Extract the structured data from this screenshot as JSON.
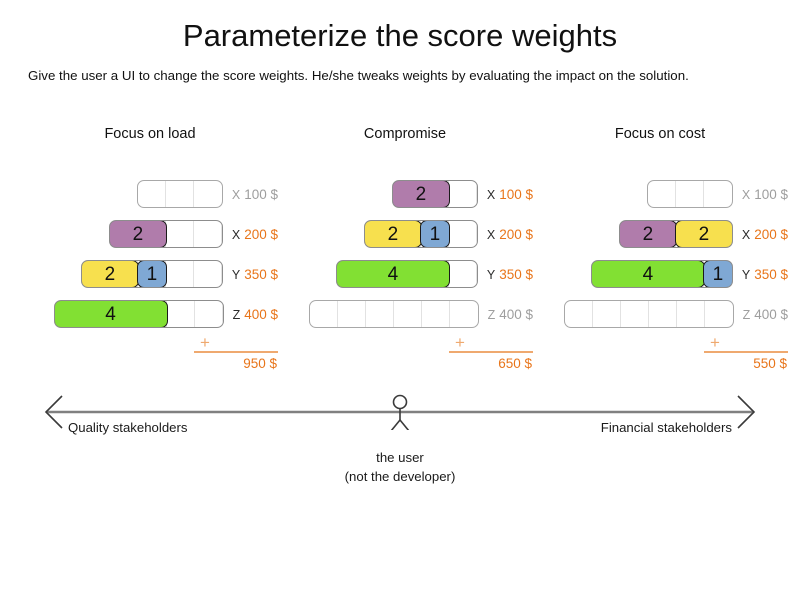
{
  "header": {
    "title": "Parameterize the score weights",
    "subtitle": "Give the user a UI to change the score weights. He/she tweaks weights by evaluating the impact on the solution."
  },
  "colors": {
    "accent_orange": "#e8751a",
    "rule_orange": "#efa96f",
    "muted_grey": "#9e9e9e",
    "purple": "#b07cab",
    "yellow": "#f7e04e",
    "blue": "#7fa8d4",
    "green": "#82e033",
    "track_border": "#8d8d8d",
    "axis_grey": "#808080"
  },
  "scenarios": [
    {
      "title": "Focus on load",
      "rows": [
        {
          "letter": "X",
          "amount": "100 $",
          "muted": true,
          "cells": 3,
          "segments": []
        },
        {
          "letter": "X",
          "amount": "200 $",
          "muted": false,
          "cells": 4,
          "segments": [
            {
              "value": "2",
              "units": 2,
              "color": "purple"
            }
          ]
        },
        {
          "letter": "Y",
          "amount": "350 $",
          "muted": false,
          "cells": 5,
          "segments": [
            {
              "value": "2",
              "units": 2,
              "color": "yellow"
            },
            {
              "value": "1",
              "units": 1,
              "color": "blue"
            }
          ]
        },
        {
          "letter": "Z",
          "amount": "400 $",
          "muted": false,
          "cells": 6,
          "segments": [
            {
              "value": "4",
              "units": 4,
              "color": "green"
            }
          ]
        }
      ],
      "total_plus": "+",
      "total": "950 $"
    },
    {
      "title": "Compromise",
      "rows": [
        {
          "letter": "X",
          "amount": "100 $",
          "muted": false,
          "cells": 3,
          "segments": [
            {
              "value": "2",
              "units": 2,
              "color": "purple"
            }
          ]
        },
        {
          "letter": "X",
          "amount": "200 $",
          "muted": false,
          "cells": 4,
          "segments": [
            {
              "value": "2",
              "units": 2,
              "color": "yellow"
            },
            {
              "value": "1",
              "units": 1,
              "color": "blue"
            }
          ]
        },
        {
          "letter": "Y",
          "amount": "350 $",
          "muted": false,
          "cells": 5,
          "segments": [
            {
              "value": "4",
              "units": 4,
              "color": "green"
            }
          ]
        },
        {
          "letter": "Z",
          "amount": "400 $",
          "muted": true,
          "cells": 6,
          "segments": []
        }
      ],
      "total_plus": "+",
      "total": "650 $"
    },
    {
      "title": "Focus on cost",
      "rows": [
        {
          "letter": "X",
          "amount": "100 $",
          "muted": true,
          "cells": 3,
          "segments": []
        },
        {
          "letter": "X",
          "amount": "200 $",
          "muted": false,
          "cells": 4,
          "segments": [
            {
              "value": "2",
              "units": 2,
              "color": "purple"
            },
            {
              "value": "2",
              "units": 2,
              "color": "yellow"
            }
          ]
        },
        {
          "letter": "Y",
          "amount": "350 $",
          "muted": false,
          "cells": 5,
          "segments": [
            {
              "value": "4",
              "units": 4,
              "color": "green"
            },
            {
              "value": "1",
              "units": 1,
              "color": "blue"
            }
          ]
        },
        {
          "letter": "Z",
          "amount": "400 $",
          "muted": true,
          "cells": 6,
          "segments": []
        }
      ],
      "total_plus": "+",
      "total": "550 $"
    }
  ],
  "spectrum": {
    "left_label": "Quality stakeholders",
    "right_label": "Financial stakeholders",
    "user_caption_line1": "the user",
    "user_caption_line2": "(not the developer)"
  }
}
